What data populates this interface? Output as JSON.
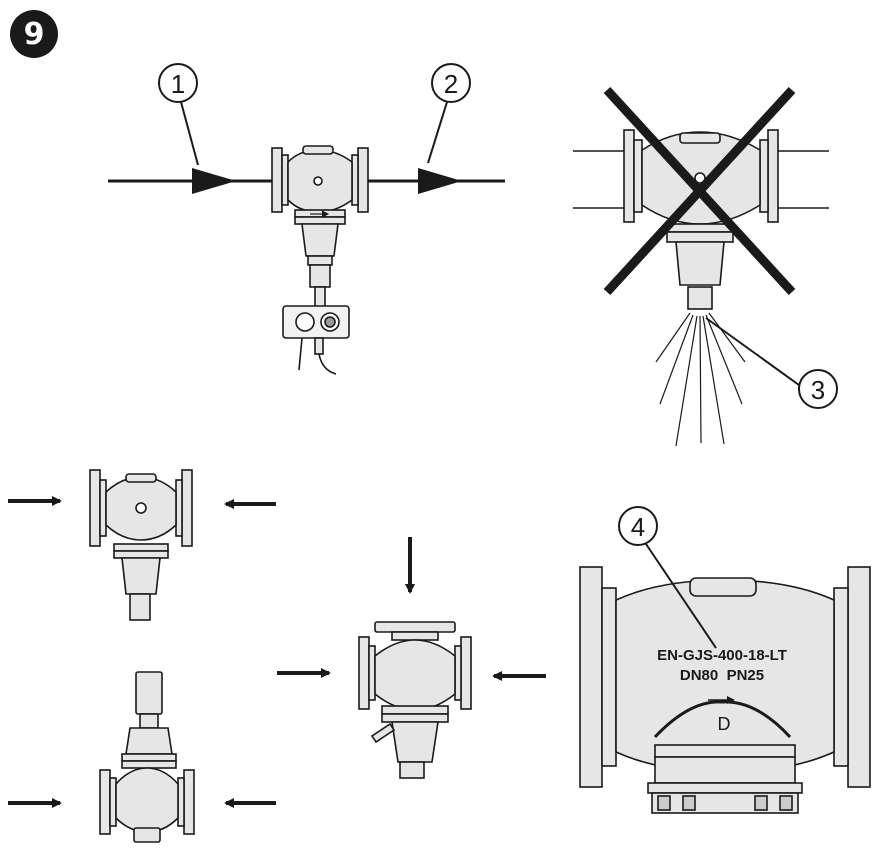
{
  "step": "9",
  "callouts": {
    "c1": "1",
    "c2": "2",
    "c3": "3",
    "c4": "4"
  },
  "nameplate": {
    "line1": "EN-GJS-400-18-LT",
    "line2": "DN80  PN25",
    "logo": "D"
  },
  "colors": {
    "ink": "#1a1a1a",
    "body_fill": "#e6e6e6",
    "background": "#ffffff"
  }
}
